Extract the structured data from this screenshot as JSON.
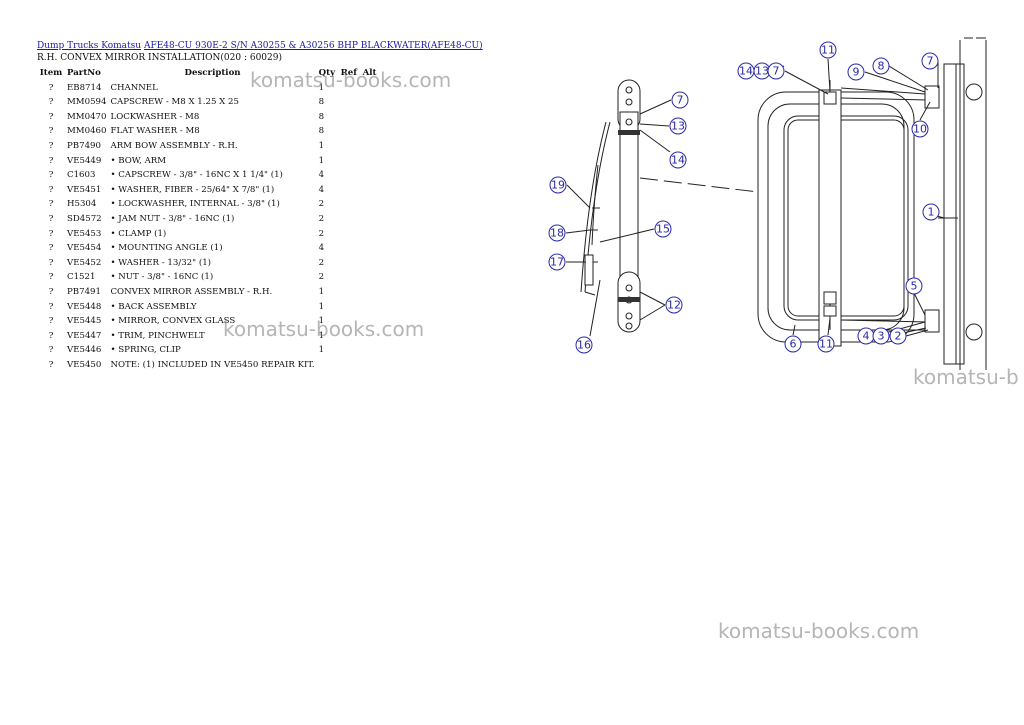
{
  "breadcrumb": {
    "link1": "Dump Trucks Komatsu",
    "link2": "AFE48-CU  930E-2 S/N A30255 & A30256 BHP BLACKWATER(AFE48-CU)"
  },
  "subtitle": "R.H. CONVEX MIRROR INSTALLATION(020 : 60029)",
  "table": {
    "headers": {
      "item": "Item",
      "part": "PartNo",
      "desc": "Description",
      "qty": "Qty",
      "ref": "Ref",
      "alt": "Alt"
    },
    "rows": [
      {
        "item": "?",
        "part": "EB8714",
        "desc": "CHANNEL",
        "qty": "1"
      },
      {
        "item": "?",
        "part": "MM0594",
        "desc": "CAPSCREW - M8 X 1.25 X 25",
        "qty": "8"
      },
      {
        "item": "?",
        "part": "MM0470",
        "desc": "LOCKWASHER - M8",
        "qty": "8"
      },
      {
        "item": "?",
        "part": "MM0460",
        "desc": "FLAT WASHER - M8",
        "qty": "8"
      },
      {
        "item": "?",
        "part": "PB7490",
        "desc": "ARM BOW ASSEMBLY - R.H.",
        "qty": "1"
      },
      {
        "item": "?",
        "part": "VE5449",
        "desc": "• BOW, ARM",
        "qty": "1"
      },
      {
        "item": "?",
        "part": "C1603",
        "desc": "• CAPSCREW - 3/8\" - 16NC X 1 1/4\" (1)",
        "qty": "4"
      },
      {
        "item": "?",
        "part": "VE5451",
        "desc": "• WASHER, FIBER - 25/64\" X 7/8\" (1)",
        "qty": "4"
      },
      {
        "item": "?",
        "part": "H5304",
        "desc": "• LOCKWASHER, INTERNAL - 3/8\" (1)",
        "qty": "2"
      },
      {
        "item": "?",
        "part": "SD4572",
        "desc": "• JAM NUT - 3/8\" - 16NC (1)",
        "qty": "2"
      },
      {
        "item": "?",
        "part": "VE5453",
        "desc": "• CLAMP (1)",
        "qty": "2"
      },
      {
        "item": "?",
        "part": "VE5454",
        "desc": "• MOUNTING ANGLE (1)",
        "qty": "4"
      },
      {
        "item": "?",
        "part": "VE5452",
        "desc": "• WASHER - 13/32\" (1)",
        "qty": "2"
      },
      {
        "item": "?",
        "part": "C1521",
        "desc": "• NUT - 3/8\" - 16NC (1)",
        "qty": "2"
      },
      {
        "item": "?",
        "part": "PB7491",
        "desc": "CONVEX MIRROR ASSEMBLY - R.H.",
        "qty": "1"
      },
      {
        "item": "?",
        "part": "VE5448",
        "desc": "• BACK ASSEMBLY",
        "qty": "1"
      },
      {
        "item": "?",
        "part": "VE5445",
        "desc": "• MIRROR, CONVEX GLASS",
        "qty": "1"
      },
      {
        "item": "?",
        "part": "VE5447",
        "desc": "• TRIM, PINCHWELT",
        "qty": "1"
      },
      {
        "item": "?",
        "part": "VE5446",
        "desc": "• SPRING, CLIP",
        "qty": "1"
      },
      {
        "item": "?",
        "part": "VE5450",
        "desc": "NOTE: (1) INCLUDED IN VE5450 REPAIR KIT.",
        "qty": ""
      }
    ]
  },
  "watermarks": [
    "komatsu-books.com",
    "komatsu-books.com",
    "komatsu-b",
    "komatsu-books.com"
  ],
  "callouts": [
    "11",
    "14",
    "13",
    "7",
    "9",
    "8",
    "7",
    "10",
    "7",
    "13",
    "14",
    "19",
    "15",
    "18",
    "17",
    "1",
    "5",
    "12",
    "16",
    "6",
    "11",
    "4",
    "3",
    "2"
  ],
  "colors": {
    "link": "#1a1aa6",
    "callout": "#2a2aa8"
  }
}
